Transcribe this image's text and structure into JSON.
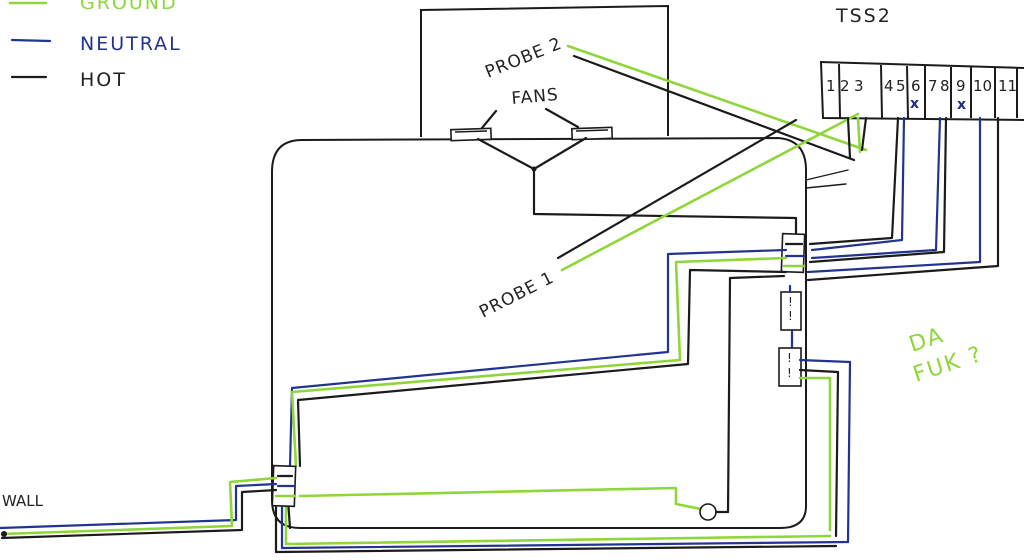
{
  "legend": {
    "ground": "GROUND",
    "neutral": "NEUTRAL",
    "hot": "HOT"
  },
  "colors": {
    "ground": "#8fd63a",
    "neutral": "#22348f",
    "hot": "#1b1b1b"
  },
  "labels": {
    "controller": "TSS2",
    "probe_2": "PROBE 2",
    "probe_1": "PROBE 1",
    "fans": "FANS",
    "wall": "WALL"
  },
  "terminals": [
    "1",
    "2",
    "3",
    "4",
    "5",
    "6",
    "7",
    "8",
    "9",
    "10",
    "11"
  ],
  "terminal_marks": {
    "under_6": "x",
    "under_9": "x"
  },
  "note": {
    "line1": "DA",
    "line2": "FUK ?"
  }
}
